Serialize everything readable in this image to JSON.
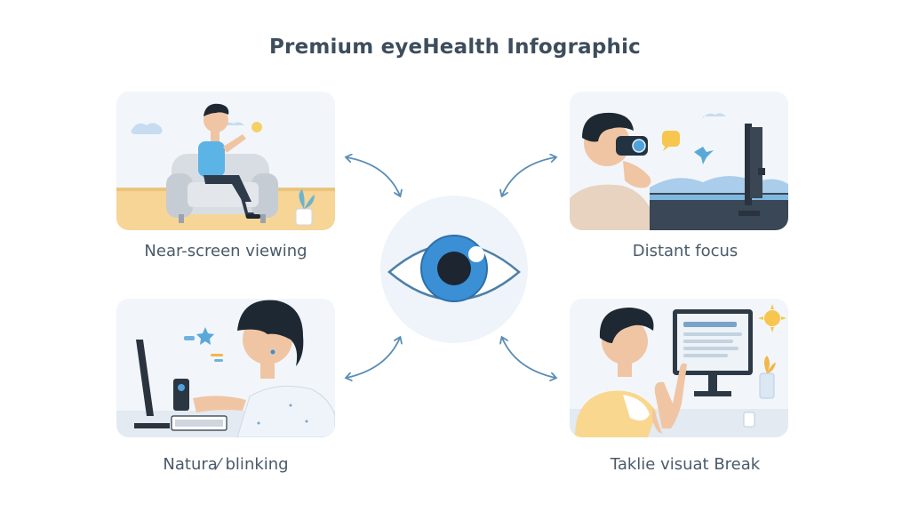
{
  "title": "Premium eyeHealth Infographic",
  "panels": {
    "top_left": {
      "caption": "Near-screen viewing"
    },
    "top_right": {
      "caption": "Distant focus"
    },
    "bottom_left": {
      "caption": "Natura⁄ blinking"
    },
    "bottom_right": {
      "caption": "Taklie visuat Break"
    }
  },
  "colors": {
    "accent_blue": "#3b8fd4",
    "title_text": "#3d4d5c",
    "caption_text": "#4a5a69",
    "arrow": "#5a8db5",
    "card_bg": "#eef3f8",
    "hub_bg": "#eef4fa"
  },
  "icons": {
    "hub": "eye-icon",
    "arrows": "double-arrow-icon"
  }
}
